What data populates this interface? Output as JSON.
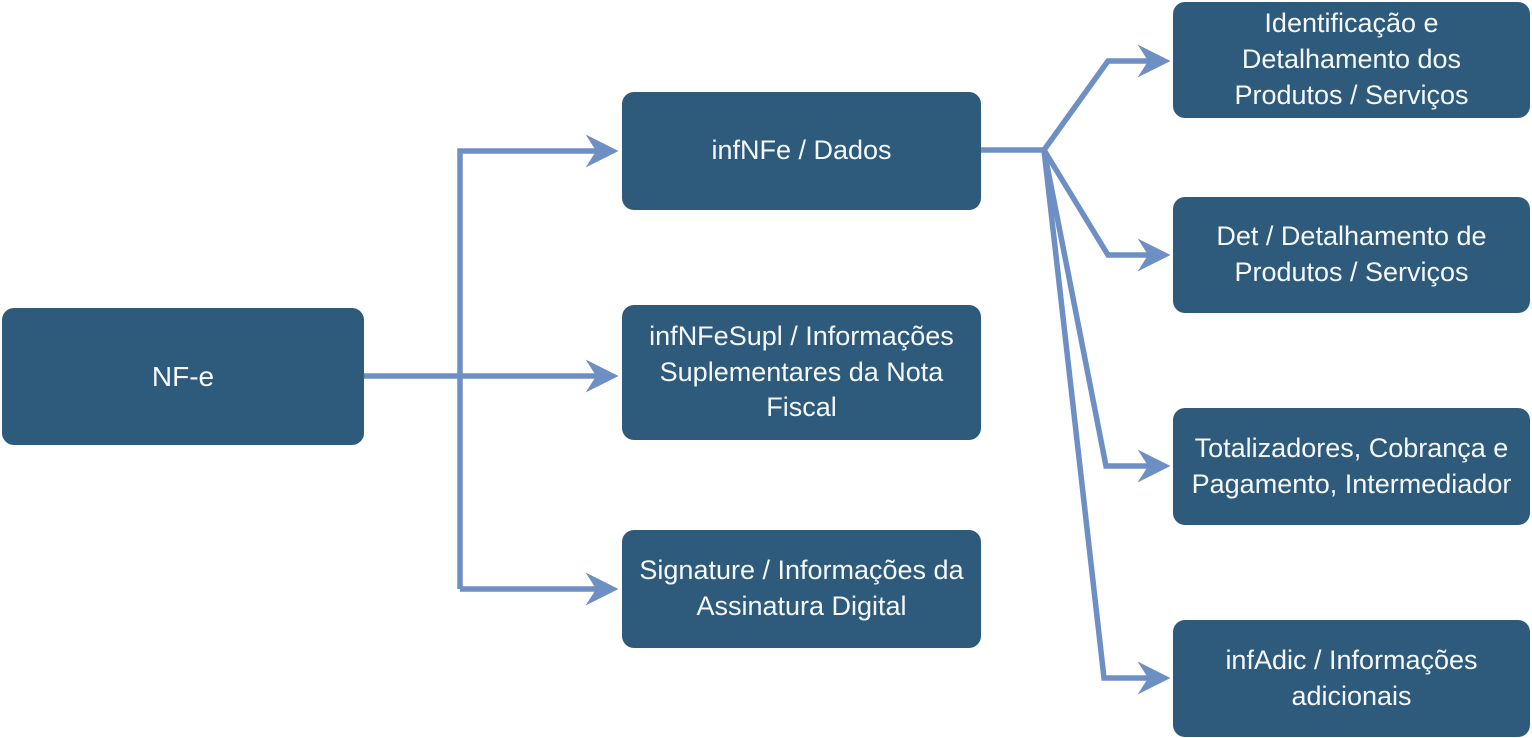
{
  "diagram": {
    "title_implicit": "NF-e structure diagram",
    "colors": {
      "background": "#FFFFFF",
      "node_fill": "#2E5A7B",
      "node_text": "#F5F8FA",
      "connector": "#6E8FC4"
    },
    "nodes": {
      "nfe": {
        "label": "NF-e"
      },
      "infnfe_dados": {
        "label": "infNFe / Dados"
      },
      "infnfesupl": {
        "label": "infNFeSupl / Informações\nSuplementares da Nota\nFiscal"
      },
      "signature": {
        "label": "Signature / Informações da\nAssinatura Digital"
      },
      "identificacao": {
        "label": "Identificação e\nDetalhamento dos\nProdutos / Serviços"
      },
      "det": {
        "label": "Det / Detalhamento de\nProdutos / Serviços"
      },
      "totalizadores": {
        "label": "Totalizadores, Cobrança e\nPagamento, Intermediador"
      },
      "infadic": {
        "label": "infAdic / Informações\nadicionais"
      }
    },
    "edges": [
      {
        "from": "nfe",
        "to": "infnfe_dados"
      },
      {
        "from": "nfe",
        "to": "infnfesupl"
      },
      {
        "from": "nfe",
        "to": "signature"
      },
      {
        "from": "infnfe_dados",
        "to": "identificacao"
      },
      {
        "from": "infnfe_dados",
        "to": "det"
      },
      {
        "from": "infnfe_dados",
        "to": "totalizadores"
      },
      {
        "from": "infnfe_dados",
        "to": "infadic"
      }
    ]
  }
}
